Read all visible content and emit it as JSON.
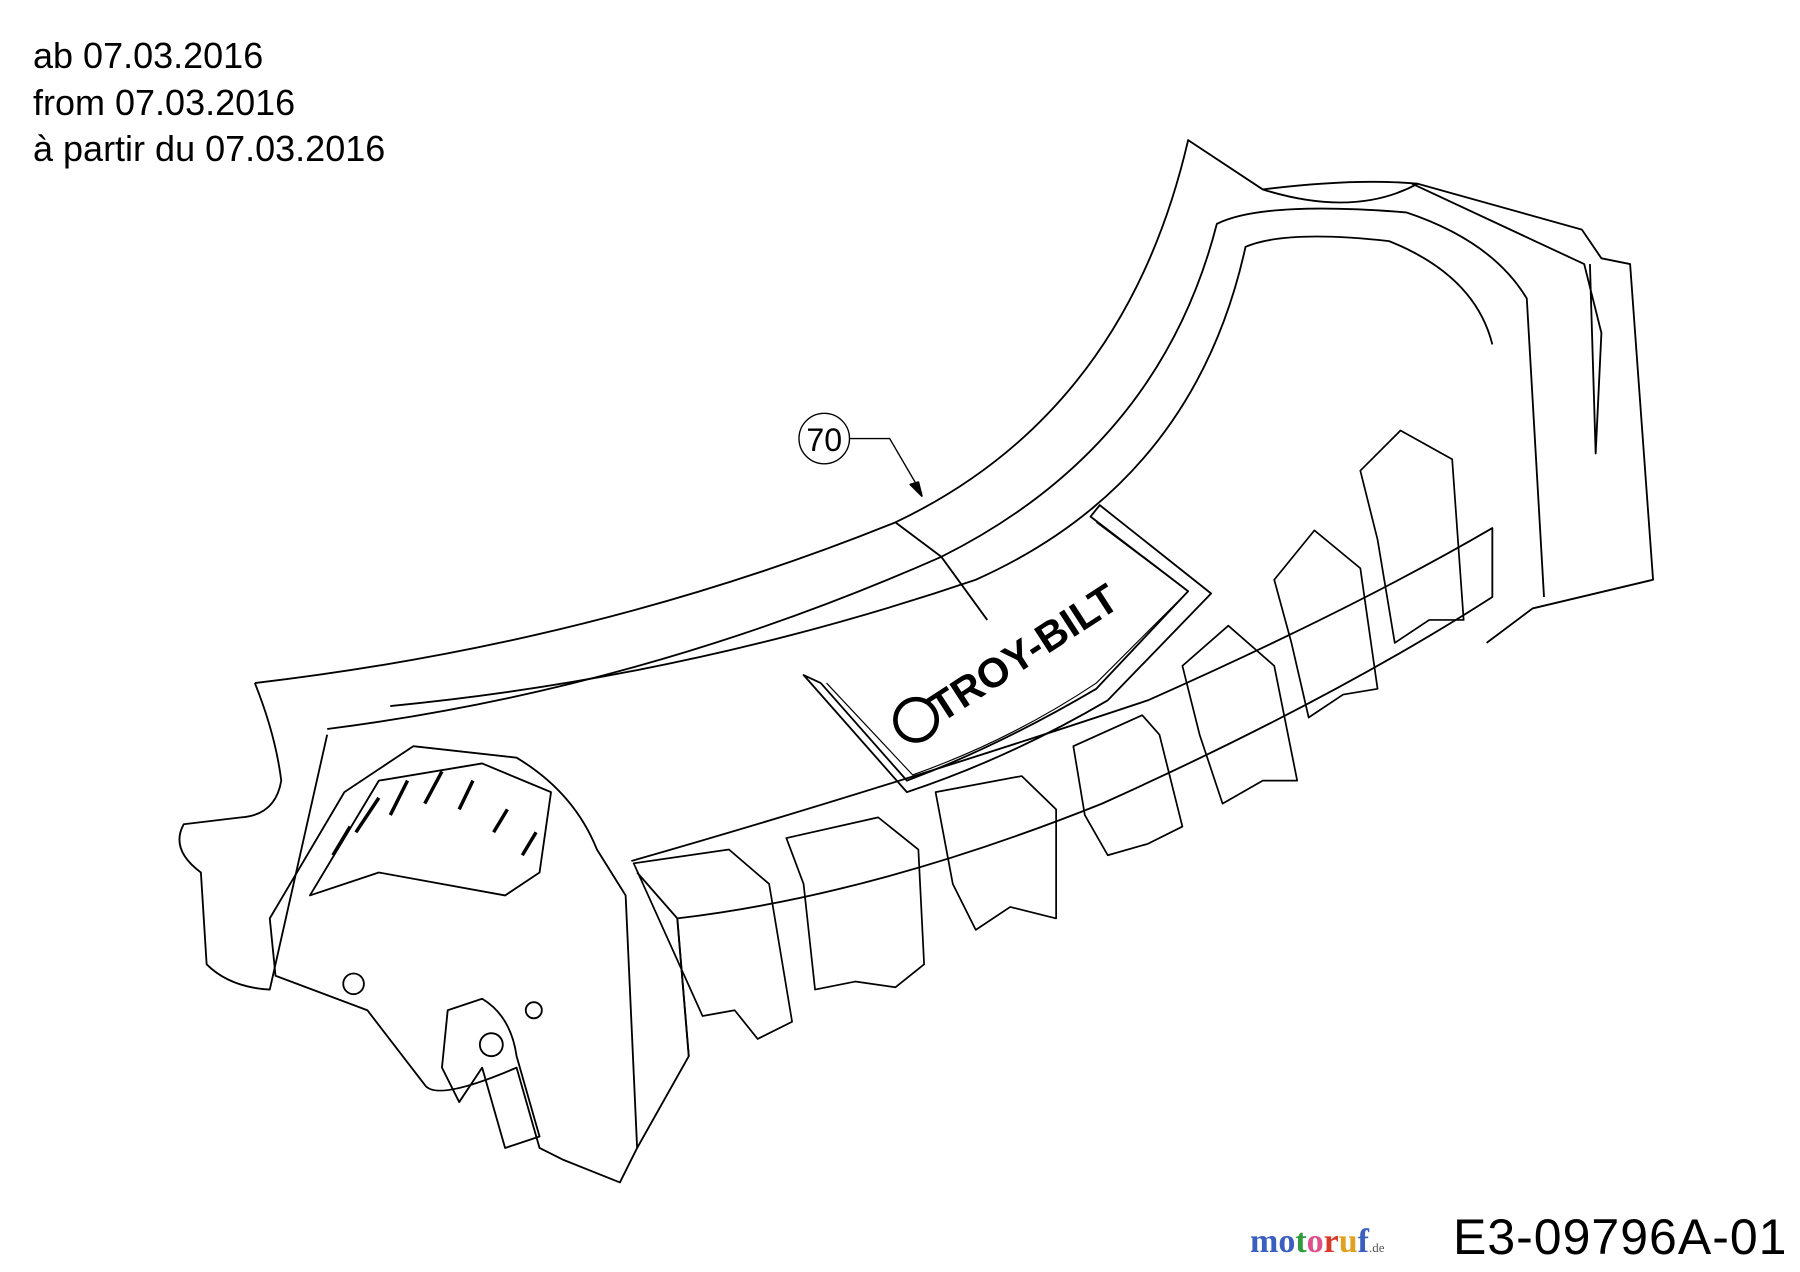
{
  "notes": [
    "ab 07.03.2016",
    "from 07.03.2016",
    "à partir du 07.03.2016"
  ],
  "callout": {
    "label": "70"
  },
  "logo_text": "TROY-BILT",
  "drawing_code": "E3-09796A-01",
  "watermark": {
    "text": "motoruf",
    "suffix": ".de",
    "colors": [
      "#3b5fc0",
      "#3b5fc0",
      "#2e9c3a",
      "#e0508a",
      "#d83a2a",
      "#e0a020",
      "#3b5fc0"
    ]
  }
}
